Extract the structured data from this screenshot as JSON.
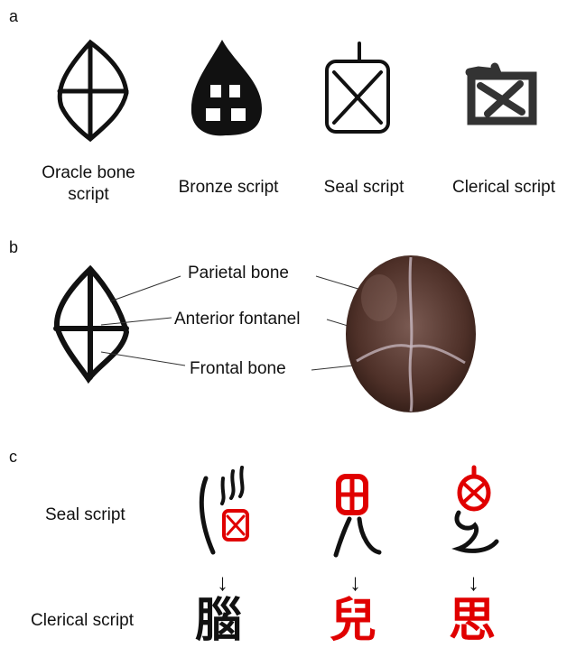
{
  "panels": {
    "a": {
      "letter": "a",
      "captions": [
        "Oracle bone\nscript",
        "Bronze script",
        "Seal script",
        "Clerical script"
      ]
    },
    "b": {
      "letter": "b",
      "labels": [
        "Parietal bone",
        "Anterior fontanel",
        "Frontal bone"
      ]
    },
    "c": {
      "letter": "c",
      "rows": [
        "Seal script",
        "Clerical script"
      ],
      "clerical_characters": [
        "腦",
        "兒",
        "思"
      ],
      "arrow": "↓"
    }
  },
  "colors": {
    "ink": "#111111",
    "red": "#e00000",
    "skull": "#5a3a30"
  }
}
